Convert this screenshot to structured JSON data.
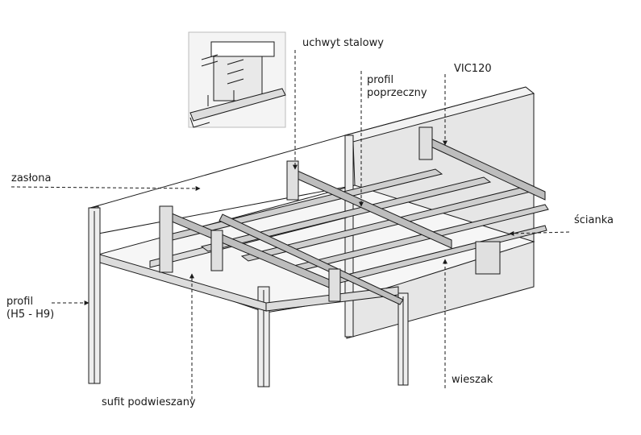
{
  "labels": {
    "uchwyt": "uchwyt stalowy",
    "profil_poprzeczny": "profil\npoprzeczny",
    "vic": "VIC120",
    "zaslona": "zasłona",
    "scianka": "ścianka",
    "profil_h": "profil\n(H5 - H9)",
    "wieszak": "wieszak",
    "sufit": "sufit podwieszany"
  },
  "colors": {
    "line": "#1a1a1a",
    "panel": "#e6e6e6",
    "panel_dark": "#cfcfcf",
    "frame": "#ededed"
  }
}
